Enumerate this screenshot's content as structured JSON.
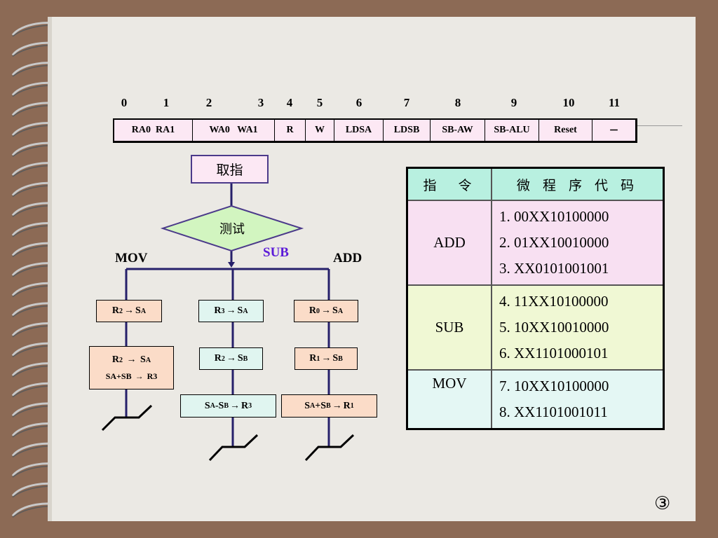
{
  "bit_numbers": [
    "0",
    "1",
    "2",
    "3",
    "4",
    "5",
    "6",
    "7",
    "8",
    "9",
    "10",
    "11"
  ],
  "fields": [
    "RA0  RA1",
    "WA0   WA1",
    "R",
    "W",
    "LDSA",
    "LDSB",
    "SB-AW",
    "SB-ALU",
    "Reset",
    "－"
  ],
  "flow": {
    "fetch": "取指",
    "test": "测试",
    "branch_mov": "MOV",
    "branch_sub": "SUB",
    "branch_add": "ADD",
    "mov": {
      "step1": {
        "src": "R",
        "src_sub": "2",
        "dst": "S",
        "dst_sub": "A"
      },
      "step2_line1": {
        "src": "R",
        "src_sub": "2",
        "dst": "S",
        "dst_sub": "A"
      },
      "step2_line2": {
        "expr": "SA+SB",
        "dst": "R3"
      }
    },
    "sub": {
      "step1": {
        "src": "R",
        "src_sub": "3",
        "dst": "S",
        "dst_sub": "A"
      },
      "step2": {
        "src": "R",
        "src_sub": "2",
        "dst": "S",
        "dst_sub": "B"
      },
      "step3": {
        "expr_a": "S",
        "expr_a_sub": "A",
        "op": "-S",
        "expr_b_sub": "B",
        "dst": "R",
        "dst_sub": "3"
      }
    },
    "add": {
      "step1": {
        "src": "R",
        "src_sub": "0",
        "dst": "S",
        "dst_sub": "A"
      },
      "step2": {
        "src": "R",
        "src_sub": "1",
        "dst": "S",
        "dst_sub": "B"
      },
      "step3": {
        "expr_a": "S",
        "expr_a_sub": "A",
        "op": "+S",
        "expr_b_sub": "B",
        "dst": "R",
        "dst_sub": "1"
      }
    }
  },
  "table": {
    "header_instr": "指　令",
    "header_code": "微 程 序 代 码",
    "rows": [
      {
        "instr": "ADD",
        "codes": [
          "1. 00XX10100000",
          "2. 01XX10010000",
          "3. XX0101001001"
        ]
      },
      {
        "instr": "SUB",
        "codes": [
          "4. 11XX10100000",
          "5. 10XX10010000",
          "6. XX1101000101"
        ]
      },
      {
        "instr": "MOV",
        "codes": [
          "7. 10XX10100000",
          "8. XX1101001011"
        ]
      }
    ]
  },
  "page_number": "③",
  "colors": {
    "background": "#8c6a55",
    "slide": "#ebe9e4",
    "field_row": "#fce8f4",
    "flow_line": "#26206a",
    "diamond": "#d2f5c0",
    "register_box": "#fbdcc8",
    "alu_box": "#e0f5f0",
    "sub_label": "#5b1ad8",
    "table_header": "#b8f0e0",
    "row_add": "#f8e0f2",
    "row_sub": "#f0f8d4",
    "row_mov": "#e4f7f4"
  }
}
